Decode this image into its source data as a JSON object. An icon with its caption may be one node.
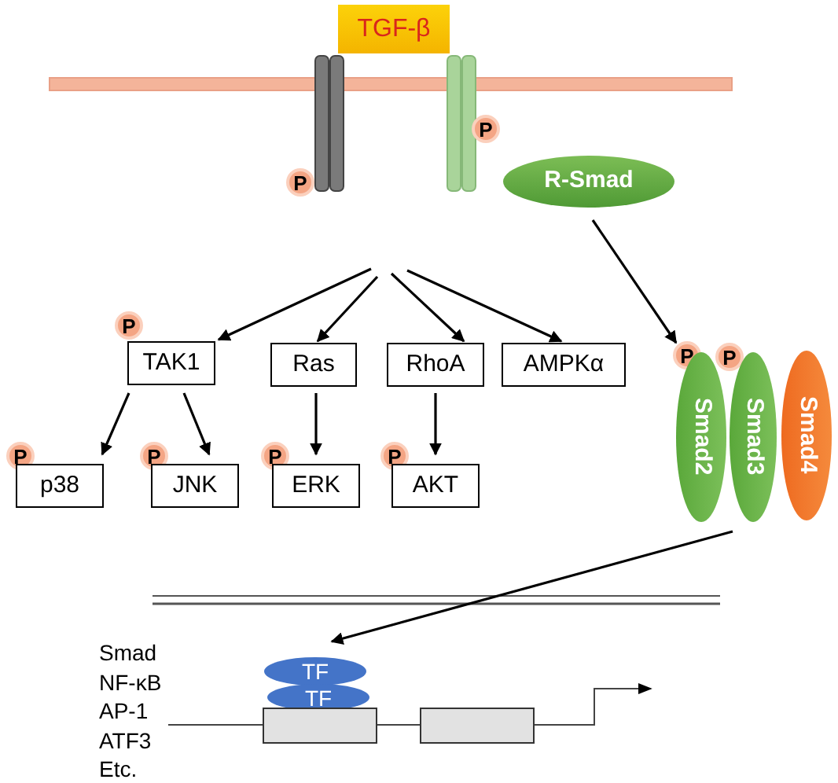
{
  "diagram": {
    "nodes": [
      {
        "text": [
          "TGF-β"
        ]
      },
      {
        "text": [],
        "shape": "bar"
      },
      {
        "text": [],
        "shape": "bar"
      },
      {
        "text": [
          "P"
        ]
      },
      {
        "text": [
          "P"
        ]
      },
      {
        "text": [
          "R-Smad"
        ]
      },
      {
        "text": [
          "P"
        ]
      },
      {
        "text": [
          "TAK1"
        ]
      },
      {
        "text": [
          "Ras"
        ]
      },
      {
        "text": [
          "RhoA"
        ]
      },
      {
        "text": [
          "AMPKα"
        ]
      },
      {
        "text": [
          "P"
        ]
      },
      {
        "text": [
          "p38"
        ]
      },
      {
        "text": [
          "P"
        ]
      },
      {
        "text": [
          "JNK"
        ]
      },
      {
        "text": [
          "P"
        ]
      },
      {
        "text": [
          "ERK"
        ]
      },
      {
        "text": [
          "P"
        ]
      },
      {
        "text": [
          "AKT"
        ]
      },
      {
        "text": [
          "P"
        ]
      },
      {
        "text": [
          "P"
        ]
      },
      {
        "text": [
          "Smad2"
        ]
      },
      {
        "text": [
          "Smad3"
        ]
      },
      {
        "text": [
          "Smad4"
        ]
      },
      {
        "text": [
          "TF"
        ]
      },
      {
        "text": [
          "TF"
        ]
      },
      {
        "text": [],
        "shape": "box"
      },
      {
        "text": [],
        "shape": "box"
      }
    ],
    "edges": [
      {
        "from": null,
        "to": 7,
        "arrow": "to"
      },
      {
        "from": null,
        "to": 8,
        "arrow": "to"
      },
      {
        "from": null,
        "to": 9,
        "arrow": "to"
      },
      {
        "from": null,
        "to": 10,
        "arrow": "to"
      },
      {
        "from": 5,
        "to": 19,
        "arrow": "to"
      },
      {
        "from": 7,
        "to": 12,
        "arrow": "to"
      },
      {
        "from": 7,
        "to": 14,
        "arrow": "to"
      },
      {
        "from": 8,
        "to": 16,
        "arrow": "to"
      },
      {
        "from": 9,
        "to": 18,
        "arrow": "to"
      },
      {
        "from": 22,
        "to": 24,
        "arrow": "to"
      }
    ],
    "labels": [
      "Smad",
      "NF-κB",
      "AP-1",
      "ATF3",
      "Etc."
    ]
  }
}
